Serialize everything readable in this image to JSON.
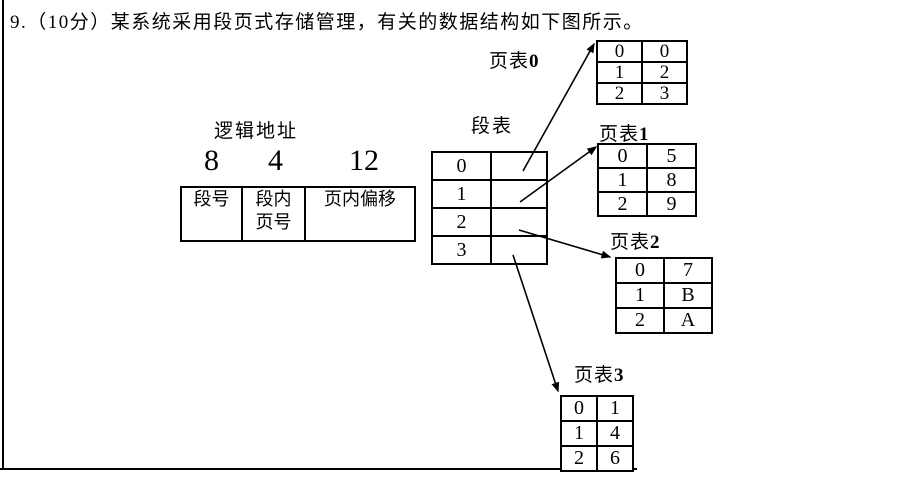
{
  "title": "9.（10分）某系统采用段页式存储管理，有关的数据结构如下图所示。",
  "logical_address": {
    "label": "逻辑地址",
    "bit_widths": [
      "8",
      "4",
      "12"
    ],
    "fields": [
      "段号",
      "段内\n页号",
      "页内偏移"
    ]
  },
  "segment_table": {
    "label": "段表",
    "rows": [
      "0",
      "1",
      "2",
      "3"
    ]
  },
  "page_tables": [
    {
      "label": "页表",
      "index": "0",
      "rows": [
        [
          "0",
          "0"
        ],
        [
          "1",
          "2"
        ],
        [
          "2",
          "3"
        ]
      ]
    },
    {
      "label": "页表",
      "index": "1",
      "rows": [
        [
          "0",
          "5"
        ],
        [
          "1",
          "8"
        ],
        [
          "2",
          "9"
        ]
      ]
    },
    {
      "label": "页表",
      "index": "2",
      "rows": [
        [
          "0",
          "7"
        ],
        [
          "1",
          "B"
        ],
        [
          "2",
          "A"
        ]
      ]
    },
    {
      "label": "页表",
      "index": "3",
      "rows": [
        [
          "0",
          "1"
        ],
        [
          "1",
          "4"
        ],
        [
          "2",
          "6"
        ]
      ]
    }
  ],
  "colors": {
    "ink": "#000000",
    "background": "#ffffff"
  }
}
